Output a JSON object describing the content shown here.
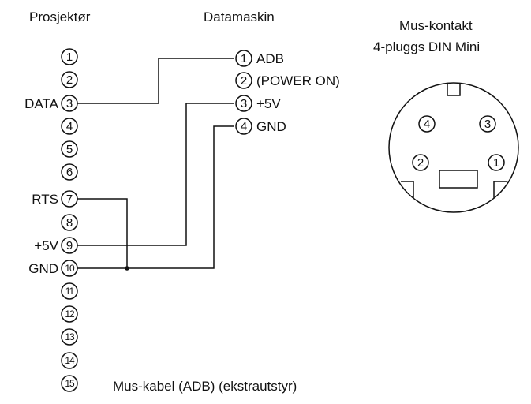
{
  "headings": {
    "projector": "Prosjektør",
    "computer": "Datamaskin",
    "connector_title": "Mus-kontakt",
    "connector_subtitle": "4-pluggs DIN Mini"
  },
  "projector_pins": [
    {
      "num": "1",
      "label": ""
    },
    {
      "num": "2",
      "label": ""
    },
    {
      "num": "3",
      "label": "DATA"
    },
    {
      "num": "4",
      "label": ""
    },
    {
      "num": "5",
      "label": ""
    },
    {
      "num": "6",
      "label": ""
    },
    {
      "num": "7",
      "label": "RTS"
    },
    {
      "num": "8",
      "label": ""
    },
    {
      "num": "9",
      "label": "+5V"
    },
    {
      "num": "10",
      "label": "GND"
    },
    {
      "num": "11",
      "label": ""
    },
    {
      "num": "12",
      "label": ""
    },
    {
      "num": "13",
      "label": ""
    },
    {
      "num": "14",
      "label": ""
    },
    {
      "num": "15",
      "label": ""
    }
  ],
  "computer_pins": [
    {
      "num": "1",
      "label": "ADB"
    },
    {
      "num": "2",
      "label": "(POWER ON)"
    },
    {
      "num": "3",
      "label": "+5V"
    },
    {
      "num": "4",
      "label": "GND"
    }
  ],
  "connections": [
    {
      "from_projector": "3",
      "to_computer": "1"
    },
    {
      "from_projector": "9",
      "to_computer": "3"
    },
    {
      "from_projector": "10",
      "to_computer": "4"
    },
    {
      "from_projector": "7",
      "to_projector": "10"
    }
  ],
  "din_connector_pins": [
    "4",
    "3",
    "2",
    "1"
  ],
  "caption": "Mus-kabel (ADB) (ekstrautstyr)"
}
